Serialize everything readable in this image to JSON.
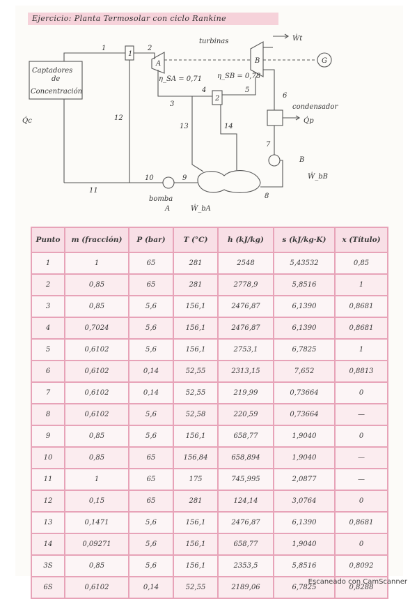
{
  "title": "Ejercicio: Planta Termosolar con ciclo Rankine",
  "diagram": {
    "captadores": [
      "Captadores",
      "de",
      "Concentración"
    ],
    "turbinas": "turbinas",
    "condensador": "condensador",
    "bomba": "bomba",
    "bomba_a": "A",
    "bomba_b": "B",
    "turbina_a": "A",
    "turbina_b": "B",
    "generator": "G",
    "box1": "1",
    "box2": "2",
    "eta_a": "η_SA = 0,71",
    "eta_b": "η_SB = 0,78",
    "wt": "Ẇt",
    "qc": "Q̇c",
    "qp": "Q̇p",
    "wba": "Ẇ_bA",
    "wbb": "Ẇ_bB",
    "points": [
      "1",
      "2",
      "3",
      "4",
      "5",
      "6",
      "7",
      "8",
      "9",
      "10",
      "11",
      "12",
      "13",
      "14"
    ]
  },
  "table": {
    "headers": [
      "Punto",
      "m (fracción)",
      "P (bar)",
      "T (°C)",
      "h (kJ/kg)",
      "s (kJ/kg·K)",
      "x (Título)"
    ],
    "rows": [
      [
        "1",
        "1",
        "65",
        "281",
        "2548",
        "5,43532",
        "0,85"
      ],
      [
        "2",
        "0,85",
        "65",
        "281",
        "2778,9",
        "5,8516",
        "1"
      ],
      [
        "3",
        "0,85",
        "5,6",
        "156,1",
        "2476,87",
        "6,1390",
        "0,8681"
      ],
      [
        "4",
        "0,7024",
        "5,6",
        "156,1",
        "2476,87",
        "6,1390",
        "0,8681"
      ],
      [
        "5",
        "0,6102",
        "5,6",
        "156,1",
        "2753,1",
        "6,7825",
        "1"
      ],
      [
        "6",
        "0,6102",
        "0,14",
        "52,55",
        "2313,15",
        "7,652",
        "0,8813"
      ],
      [
        "7",
        "0,6102",
        "0,14",
        "52,55",
        "219,99",
        "0,73664",
        "0"
      ],
      [
        "8",
        "0,6102",
        "5,6",
        "52,58",
        "220,59",
        "0,73664",
        "—"
      ],
      [
        "9",
        "0,85",
        "5,6",
        "156,1",
        "658,77",
        "1,9040",
        "0"
      ],
      [
        "10",
        "0,85",
        "65",
        "156,84",
        "658,894",
        "1,9040",
        "—"
      ],
      [
        "11",
        "1",
        "65",
        "175",
        "745,995",
        "2,0877",
        "—"
      ],
      [
        "12",
        "0,15",
        "65",
        "281",
        "124,14",
        "3,0764",
        "0"
      ],
      [
        "13",
        "0,1471",
        "5,6",
        "156,1",
        "2476,87",
        "6,1390",
        "0,8681"
      ],
      [
        "14",
        "0,09271",
        "5,6",
        "156,1",
        "658,77",
        "1,9040",
        "0"
      ],
      [
        "3S",
        "0,85",
        "5,6",
        "156,1",
        "2353,5",
        "5,8516",
        "0,8092"
      ],
      [
        "6S",
        "0,6102",
        "0,14",
        "52,55",
        "2189,06",
        "6,7825",
        "0,8288"
      ]
    ]
  },
  "footer": "Escaneado con CamScanner",
  "colors": {
    "grid": "#e7a3b8",
    "header_band": "#f2b8c6",
    "ink": "#3a3a3a",
    "qc": "#d45070"
  }
}
